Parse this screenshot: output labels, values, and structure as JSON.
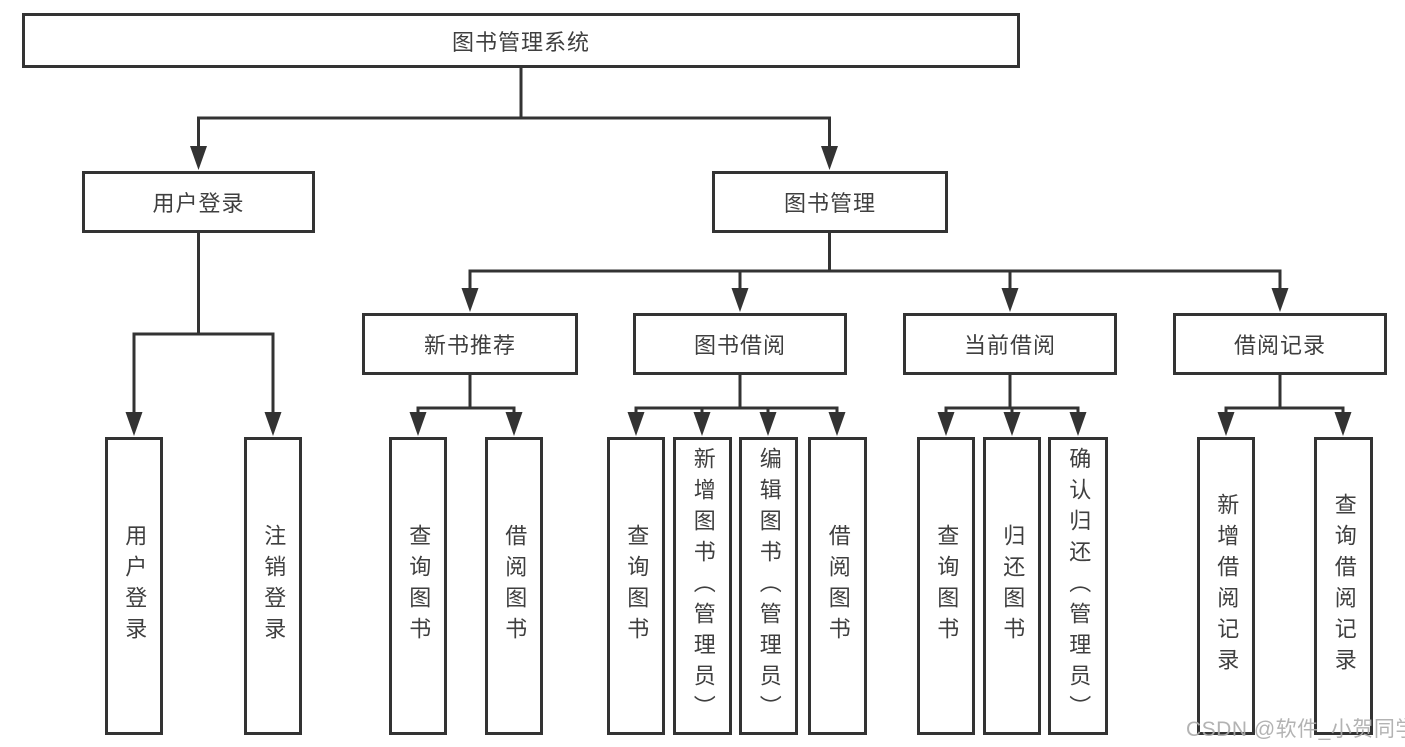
{
  "colors": {
    "line": "#333333",
    "box_border": "#333333",
    "box_background": "#ffffff",
    "text": "#3f3f3f",
    "watermark": "#acacac"
  },
  "tree": {
    "label": "图书管理系统",
    "children": [
      {
        "label": "用户登录",
        "children": [
          {
            "label": "用户登录"
          },
          {
            "label": "注销登录"
          }
        ]
      },
      {
        "label": "图书管理",
        "children": [
          {
            "label": "新书推荐",
            "children": [
              {
                "label": "查询图书"
              },
              {
                "label": "借阅图书"
              }
            ]
          },
          {
            "label": "图书借阅",
            "children": [
              {
                "label": "查询图书"
              },
              {
                "label": "新增图书（管理员）"
              },
              {
                "label": "编辑图书（管理员）"
              },
              {
                "label": "借阅图书"
              }
            ]
          },
          {
            "label": "当前借阅",
            "children": [
              {
                "label": "查询图书"
              },
              {
                "label": "归还图书"
              },
              {
                "label": "确认归还（管理员）"
              }
            ]
          },
          {
            "label": "借阅记录",
            "children": [
              {
                "label": "新增借阅记录"
              },
              {
                "label": "查询借阅记录"
              }
            ]
          }
        ]
      }
    ]
  },
  "watermark": "CSDN @软件_小贺同学"
}
